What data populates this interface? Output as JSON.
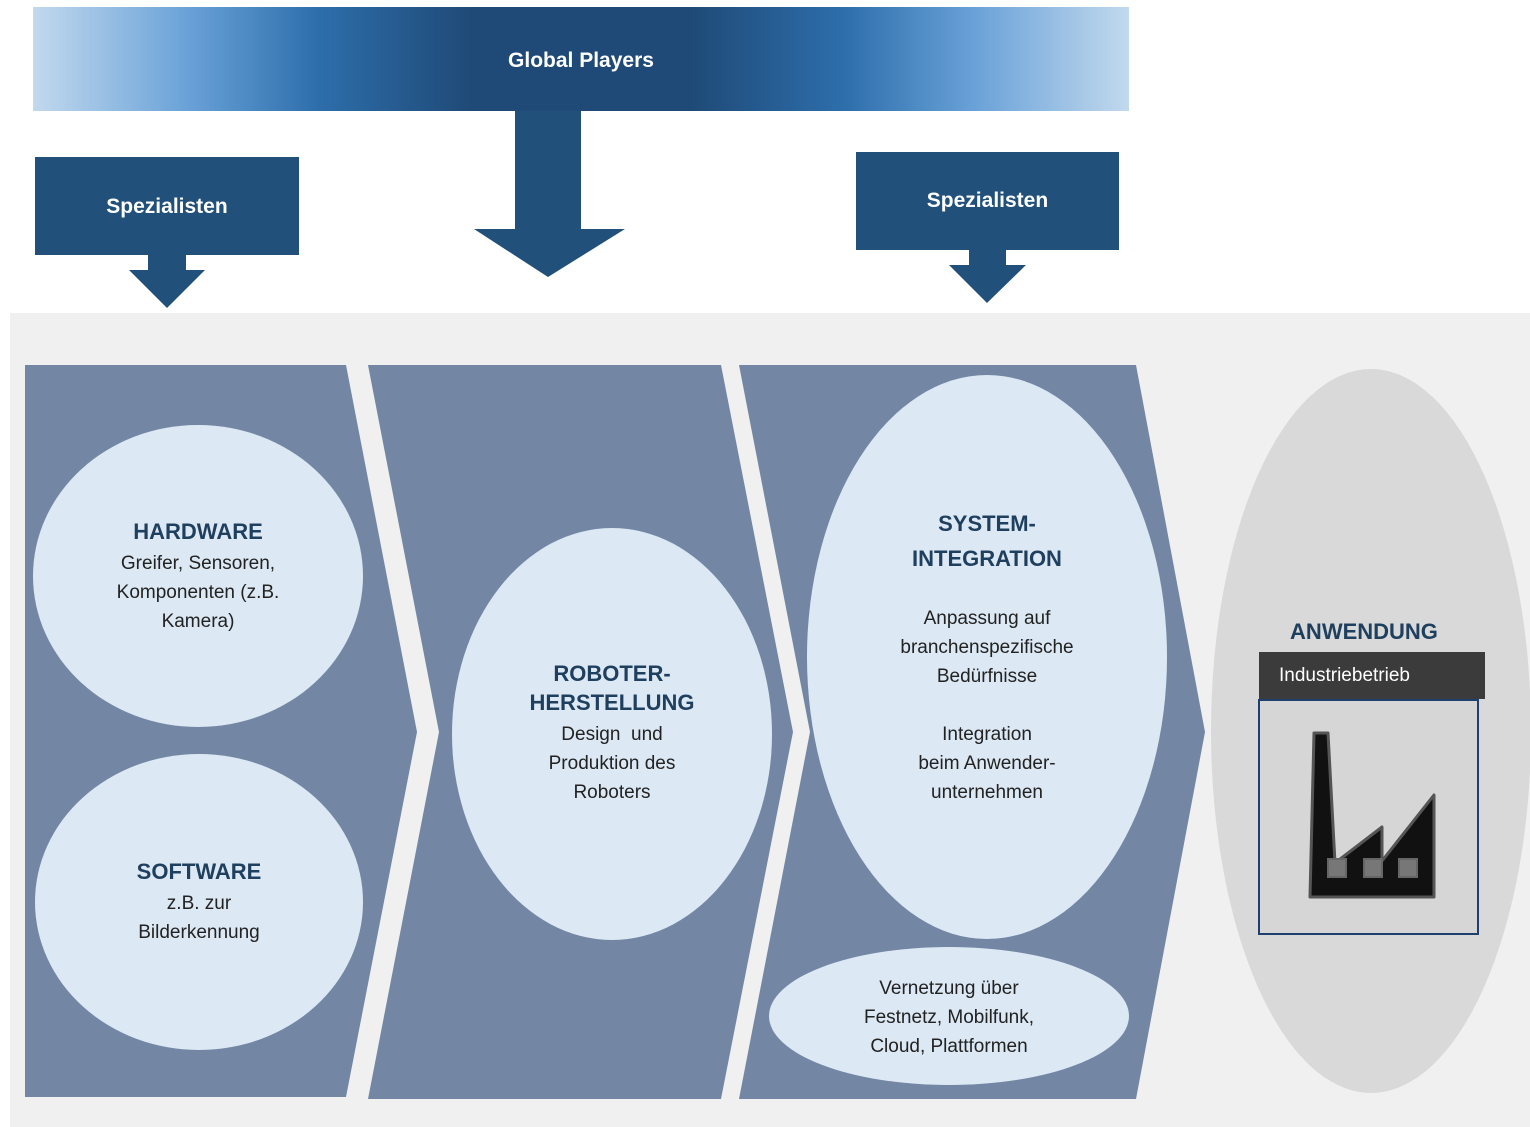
{
  "top": {
    "global_players": "Global Players",
    "spezialisten_left": "Spezialisten",
    "spezialisten_right": "Spezialisten"
  },
  "stages": {
    "hardware": {
      "title": "HARDWARE",
      "lines": [
        "Greifer, Sensoren,",
        "Komponenten (z.B.",
        "Kamera)"
      ]
    },
    "software": {
      "title": "SOFTWARE",
      "lines": [
        "z.B. zur",
        "Bilderkennung"
      ]
    },
    "roboter": {
      "title_lines": [
        "ROBOTER-",
        "HERSTELLUNG"
      ],
      "lines": [
        "Design  und",
        "Produktion des",
        "Roboters"
      ]
    },
    "system": {
      "title_lines": [
        "SYSTEM-",
        "INTEGRATION"
      ],
      "lines_a": [
        "Anpassung auf",
        "branchenspezifische",
        "Bedürfnisse"
      ],
      "lines_b": [
        "Integration",
        "beim Anwender-",
        "unternehmen"
      ]
    },
    "vernetzung": {
      "lines": [
        "Vernetzung über",
        "Festnetz, Mobilfunk,",
        "Cloud, Plattformen"
      ]
    },
    "anwendung": {
      "title": "ANWENDUNG",
      "label": "Industriebetrieb",
      "icon": "factory-icon"
    }
  },
  "colors": {
    "chevron": "#7387a5",
    "ellipse": "#dce8f4",
    "dark_blue": "#21507b",
    "anwendung_ellipse": "#d9d9d9"
  }
}
